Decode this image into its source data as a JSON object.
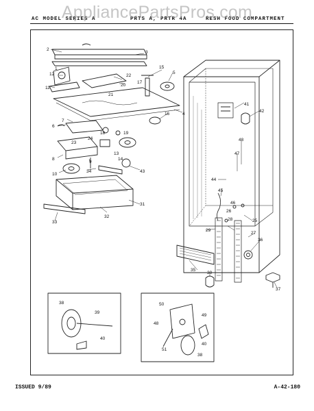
{
  "watermark": "AppliancePartsPros.com",
  "header": {
    "left": "AC MODEL SERIES A",
    "middle": "PRTS A, PRTR 4A",
    "right": "RESH FOOD COMPARTMENT"
  },
  "footer": {
    "issued": "ISSUED 9/89",
    "page_code": "A-42-180"
  },
  "callouts": [
    "1",
    "2",
    "3",
    "4",
    "5",
    "6",
    "7",
    "8",
    "9",
    "10",
    "11",
    "12",
    "13",
    "14",
    "15",
    "16",
    "17",
    "18",
    "19",
    "20",
    "21",
    "22",
    "23",
    "24",
    "25",
    "26",
    "27",
    "28",
    "29",
    "30",
    "31",
    "32",
    "33",
    "34",
    "35",
    "36",
    "37",
    "38",
    "39",
    "40",
    "41",
    "42",
    "43",
    "44",
    "45",
    "46",
    "47",
    "48",
    "49",
    "50",
    "51"
  ]
}
